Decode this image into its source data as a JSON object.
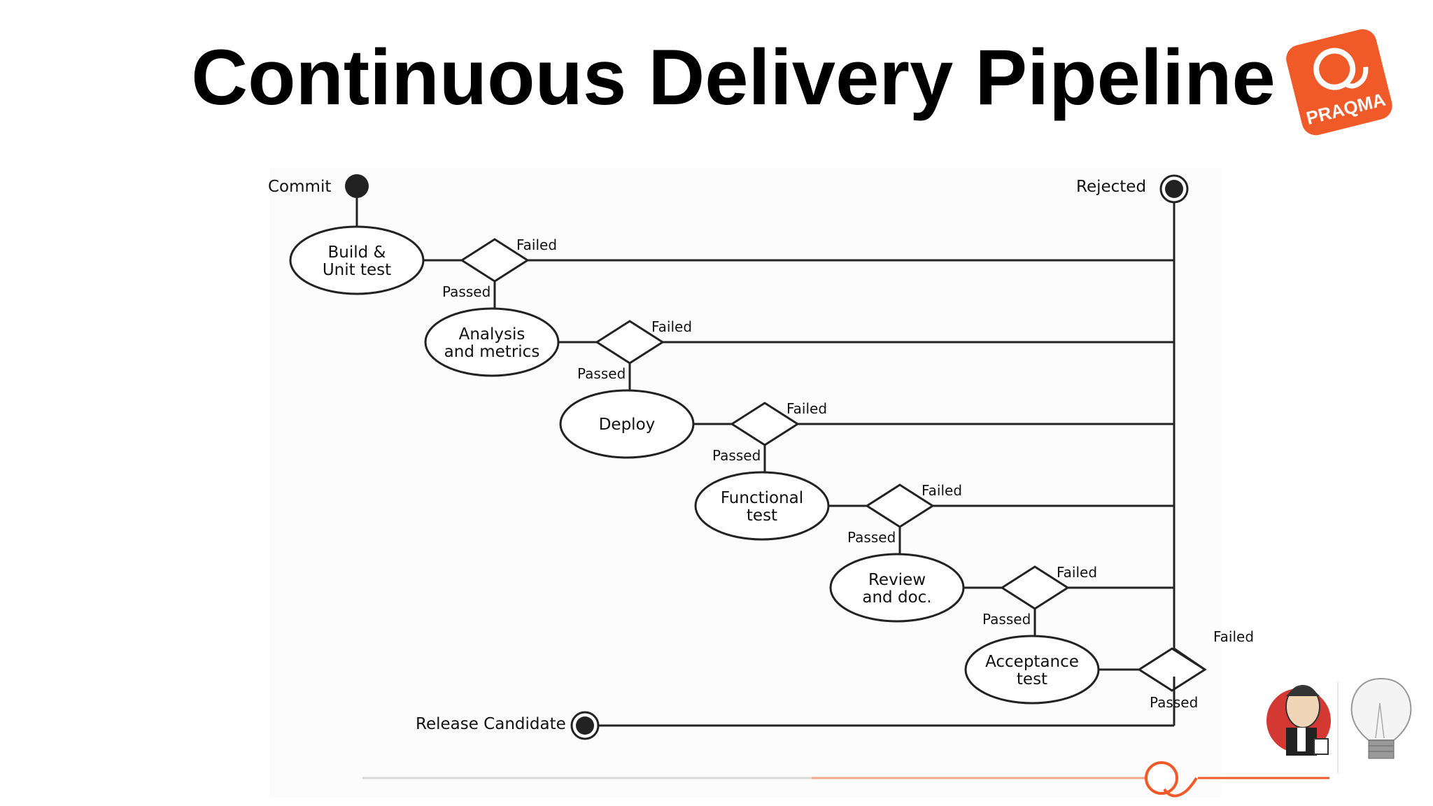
{
  "title": "Continuous Delivery Pipeline",
  "logo": {
    "text": "PRAQMA",
    "color": "#f05a28"
  },
  "diagram": {
    "start_label": "Commit",
    "reject_label": "Rejected",
    "end_label": "Release Candidate",
    "stages": [
      {
        "line1": "Build &",
        "line2": "Unit test",
        "failed": "Failed",
        "passed": "Passed"
      },
      {
        "line1": "Analysis",
        "line2": "and metrics",
        "failed": "Failed",
        "passed": "Passed"
      },
      {
        "line1": "Deploy",
        "line2": "",
        "failed": "Failed",
        "passed": "Passed"
      },
      {
        "line1": "Functional",
        "line2": "test",
        "failed": "Failed",
        "passed": "Passed"
      },
      {
        "line1": "Review",
        "line2": "and doc.",
        "failed": "Failed",
        "passed": "Passed"
      },
      {
        "line1": "Acceptance",
        "line2": "test",
        "failed": "Failed",
        "passed": "Passed"
      }
    ]
  },
  "icons": [
    "jenkins-butler-icon",
    "lightbulb-icon"
  ]
}
